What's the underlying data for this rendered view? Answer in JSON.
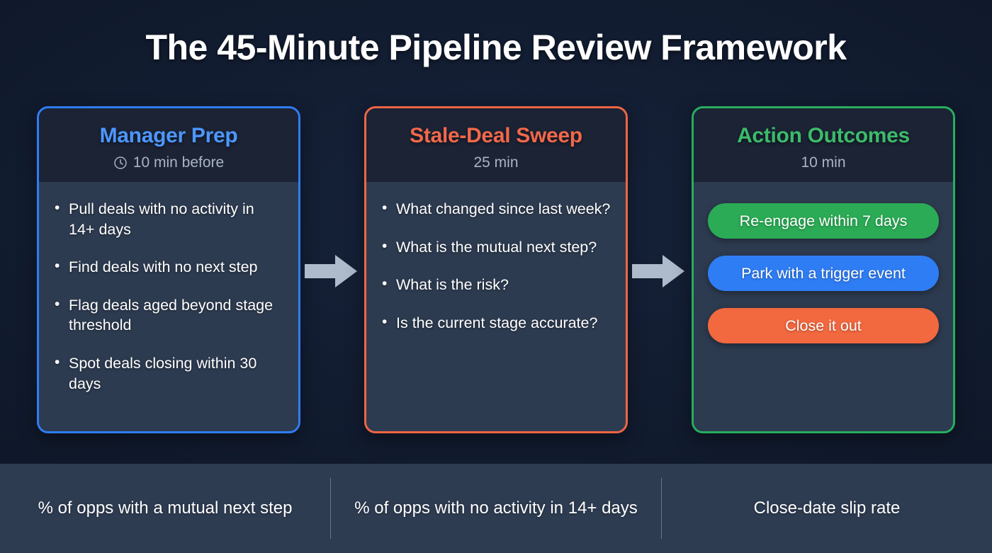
{
  "title": "The 45-Minute Pipeline Review Framework",
  "colors": {
    "page_background": "#111b2e",
    "card_body": "#2d3b50",
    "card_header": "#1b2335",
    "footer": "#2e3c52",
    "blue": "#2f7df4",
    "orange": "#f06543",
    "green": "#27ae5f",
    "arrow": "#aebbcd"
  },
  "cards": [
    {
      "title": "Manager Prep",
      "duration": "10 min before",
      "has_clock_icon": true,
      "accent": "#2f7df4",
      "bullets": [
        "Pull deals with no activity in 14+ days",
        "Find deals with no next step",
        "Flag deals aged beyond stage threshold",
        "Spot deals closing within 30 days"
      ]
    },
    {
      "title": "Stale-Deal Sweep",
      "duration": "25 min",
      "has_clock_icon": false,
      "accent": "#f06543",
      "bullets": [
        "What changed since last week?",
        "What is the mutual next step?",
        "What is the risk?",
        "Is the current stage accurate?"
      ]
    },
    {
      "title": "Action Outcomes",
      "duration": "10 min",
      "has_clock_icon": false,
      "accent": "#27ae5f",
      "pills": [
        {
          "label": "Re-engage within 7 days",
          "color": "#2bab55"
        },
        {
          "label": "Park with a trigger event",
          "color": "#2f7df4"
        },
        {
          "label": "Close it out",
          "color": "#f2683f"
        }
      ]
    }
  ],
  "arrows": [
    {
      "name": "arrow-card1-to-card2",
      "direction": "right"
    },
    {
      "name": "arrow-card2-to-card3",
      "direction": "right"
    }
  ],
  "footer_metrics": [
    "% of opps with a mutual next step",
    "% of opps with no activity in 14+ days",
    "Close-date slip rate"
  ]
}
